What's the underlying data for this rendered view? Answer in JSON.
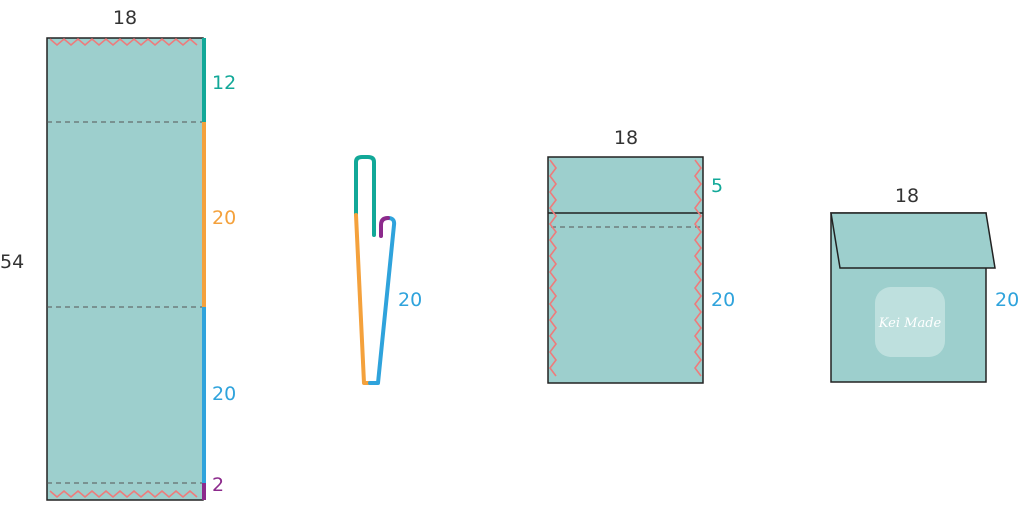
{
  "colors": {
    "fabric": "#9dcfcd",
    "outline": "#222222",
    "zigzag": "#ee7b7b",
    "fold_line": "#555555",
    "teal": "#12a898",
    "orange": "#f4a13c",
    "blue": "#2fa3dc",
    "purple": "#8c2a8c",
    "text_dark": "#333333"
  },
  "step1": {
    "width": "18",
    "length": "54",
    "seg_top": "12",
    "seg_mid": "20",
    "seg_low": "20",
    "seg_bottom": "2"
  },
  "step2": {
    "height": "20"
  },
  "step3": {
    "width": "18",
    "top": "5",
    "height": "20"
  },
  "step4": {
    "width": "18",
    "height": "20"
  },
  "watermark": {
    "text": "Kei Made"
  }
}
